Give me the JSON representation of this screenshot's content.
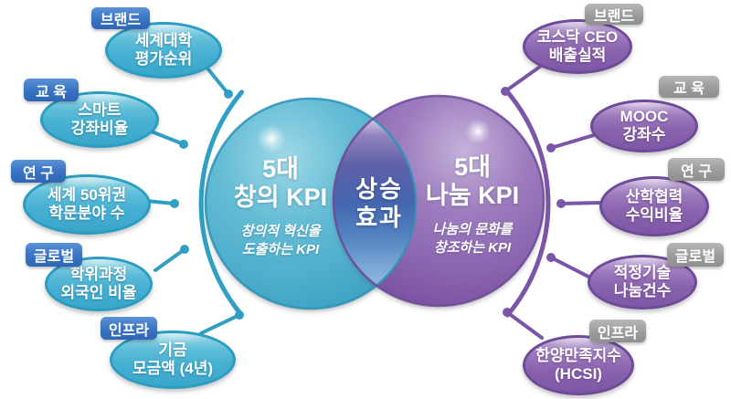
{
  "colors": {
    "teal_fill": "#46b0d2",
    "teal_line": "#2f9fc4",
    "purple_fill": "#8a63ae",
    "purple_line": "#7a55a8",
    "lens_blue": "#4466af",
    "badge_blue": "#3a74c4",
    "badge_gray": "#9b9b9b",
    "background": "#ffffff"
  },
  "venn": {
    "left": {
      "title1": "5대",
      "title2": "창의 KPI",
      "sub1": "창의적 혁신을",
      "sub2": "도출하는 KPI"
    },
    "right": {
      "title1": "5대",
      "title2": "나눔 KPI",
      "sub1": "나눔의 문화를",
      "sub2": "창조하는 KPI"
    },
    "center": {
      "line1": "상승",
      "line2": "효과"
    }
  },
  "left_items": [
    {
      "category": "브랜드",
      "line1": "세계대학",
      "line2": "평가순위"
    },
    {
      "category": "교 육",
      "line1": "스마트",
      "line2": "강좌비율"
    },
    {
      "category": "연 구",
      "line1": "세계 50위권",
      "line2": "학문분야 수"
    },
    {
      "category": "글로벌",
      "line1": "학위과정",
      "line2": "외국인 비율"
    },
    {
      "category": "인프라",
      "line1": "기금",
      "line2": "모금액 (4년)"
    }
  ],
  "right_items": [
    {
      "category": "브랜드",
      "line1": "코스닥 CEO",
      "line2": "배출실적"
    },
    {
      "category": "교 육",
      "line1": "MOOC",
      "line2": "강좌수"
    },
    {
      "category": "연 구",
      "line1": "산학협력",
      "line2": "수익비율"
    },
    {
      "category": "글로벌",
      "line1": "적정기술",
      "line2": "나눔건수"
    },
    {
      "category": "인프라",
      "line1": "한양만족지수",
      "line2": "(HCSI)"
    }
  ]
}
